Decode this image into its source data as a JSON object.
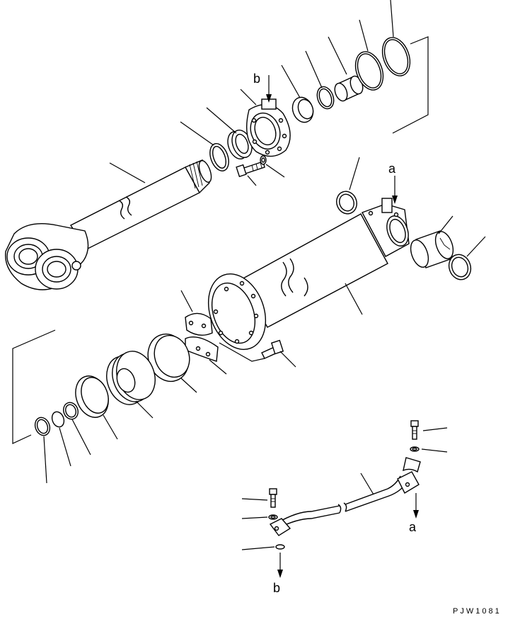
{
  "diagram": {
    "labels": {
      "arrow_b_top": "b",
      "arrow_a_top": "a",
      "arrow_a_bottom": "a",
      "arrow_b_bottom": "b"
    },
    "drawing_code": "PJW1081"
  }
}
